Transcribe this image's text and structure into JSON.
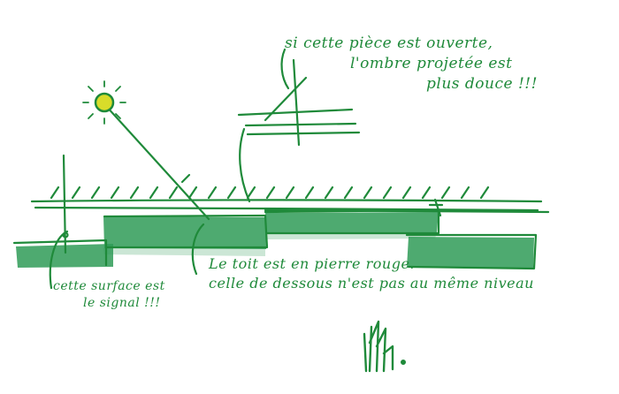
{
  "colors": {
    "ink": "#1f8a3a",
    "fill": "#2f9b57",
    "sun": "#d8dc2a",
    "paper": "#ffffff"
  },
  "notes": {
    "top": [
      "si cette pièce est ouverte,",
      "l'ombre projetée est",
      "plus douce !!!"
    ],
    "left": [
      "cette surface est",
      "le signal !!!"
    ],
    "bottom": [
      "Le toit est en pierre rouge.",
      "celle de dessous n'est pas au même niveau"
    ]
  },
  "icons": {
    "sun": "sun-icon",
    "signature": "signature-mark"
  }
}
